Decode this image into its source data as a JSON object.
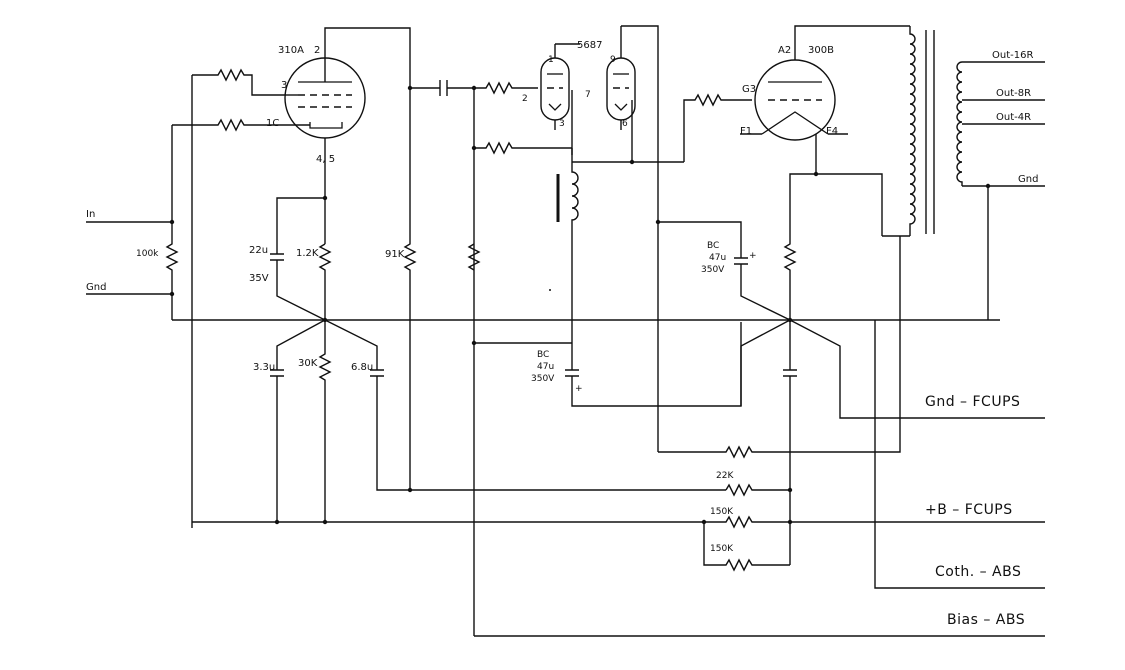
{
  "tubes": {
    "v1": {
      "type": "310A",
      "pin_plate": "2",
      "pin_grid": "3",
      "pin_cathode": "1C",
      "pin_heater": "4, 5"
    },
    "v2": {
      "type": "5687",
      "pins": [
        "1",
        "2",
        "3",
        "9",
        "7",
        "6"
      ]
    },
    "v3": {
      "type": "300B",
      "pin_plate": "A2",
      "pin_grid": "G3",
      "pin_f1": "F1",
      "pin_f4": "F4"
    }
  },
  "components": {
    "r_input": "100k",
    "c_22u": "22u",
    "c_22u_v": "35V",
    "r_1k2": "1.2K",
    "r_91k": "91K",
    "c_33u": "3.3u",
    "r_30k": "30K",
    "c_68u": "6.8u",
    "cap_bc_mid": [
      "BC",
      "47u",
      "350V"
    ],
    "cap_bc_right": [
      "BC",
      "47u",
      "350V"
    ],
    "r_22k": "22K",
    "r_150k_a": "150K",
    "r_150k_b": "150K",
    "cap_plus": "+"
  },
  "inputs": {
    "in": "In",
    "gnd": "Gnd"
  },
  "outputs": {
    "out16": "Out-16R",
    "out8": "Out-8R",
    "out4": "Out-4R",
    "gnd": "Gnd"
  },
  "supply_labels": {
    "gnd_fcups": "Gnd – FCUPS",
    "b_fcups": "+B – FCUPS",
    "coth_abs": "Coth. – ABS",
    "bias_abs": "Bias – ABS"
  }
}
